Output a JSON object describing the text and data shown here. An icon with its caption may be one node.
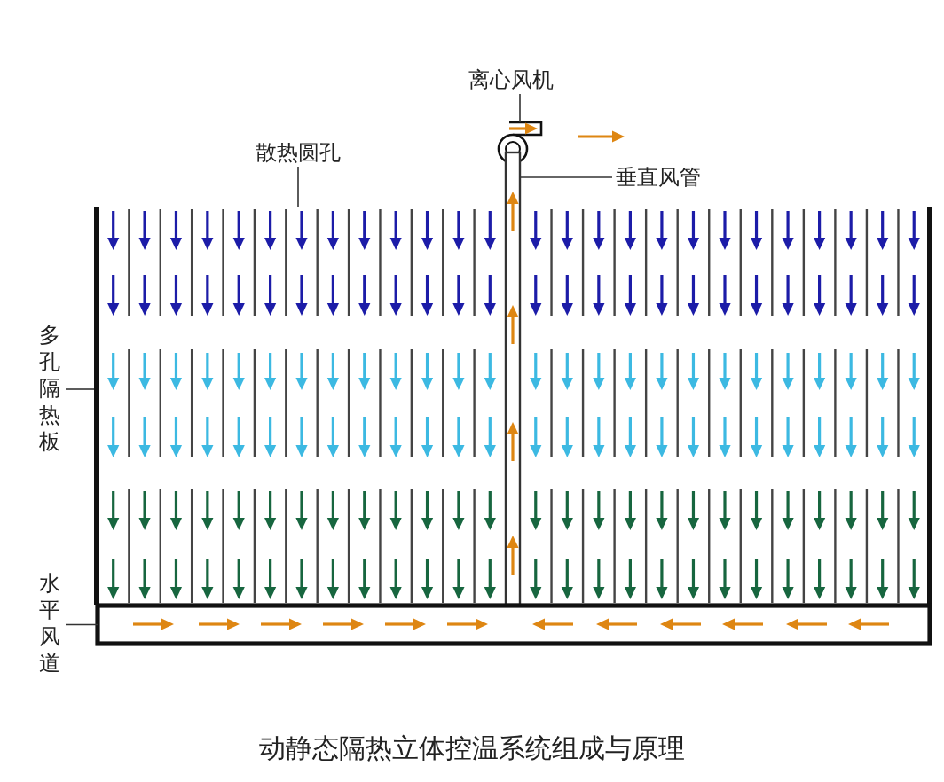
{
  "diagram": {
    "caption": "动静态隔热立体控温系统组成与原理",
    "nodes": [
      {
        "text": [
          "离心风机"
        ]
      },
      {
        "text": [],
        "shape": "circle"
      },
      {
        "text": [
          "散热圆孔"
        ]
      },
      {
        "text": [
          "垂直风管"
        ]
      },
      {
        "text": [
          "多孔隔热板"
        ]
      },
      {
        "text": [],
        "shape": "bar"
      },
      {
        "text": [],
        "shape": "bar"
      },
      {
        "text": [
          "水平风道"
        ]
      },
      {
        "text": [],
        "shape": "box"
      }
    ],
    "edges": [
      {
        "from": 0,
        "to": 1,
        "arrow": "none"
      },
      {
        "from": 2,
        "to": null,
        "arrow": "none"
      },
      {
        "from": 3,
        "to": 6,
        "arrow": "none"
      },
      {
        "from": 4,
        "to": 5,
        "arrow": "none"
      },
      {
        "from": 7,
        "to": 8,
        "arrow": "none"
      }
    ]
  }
}
